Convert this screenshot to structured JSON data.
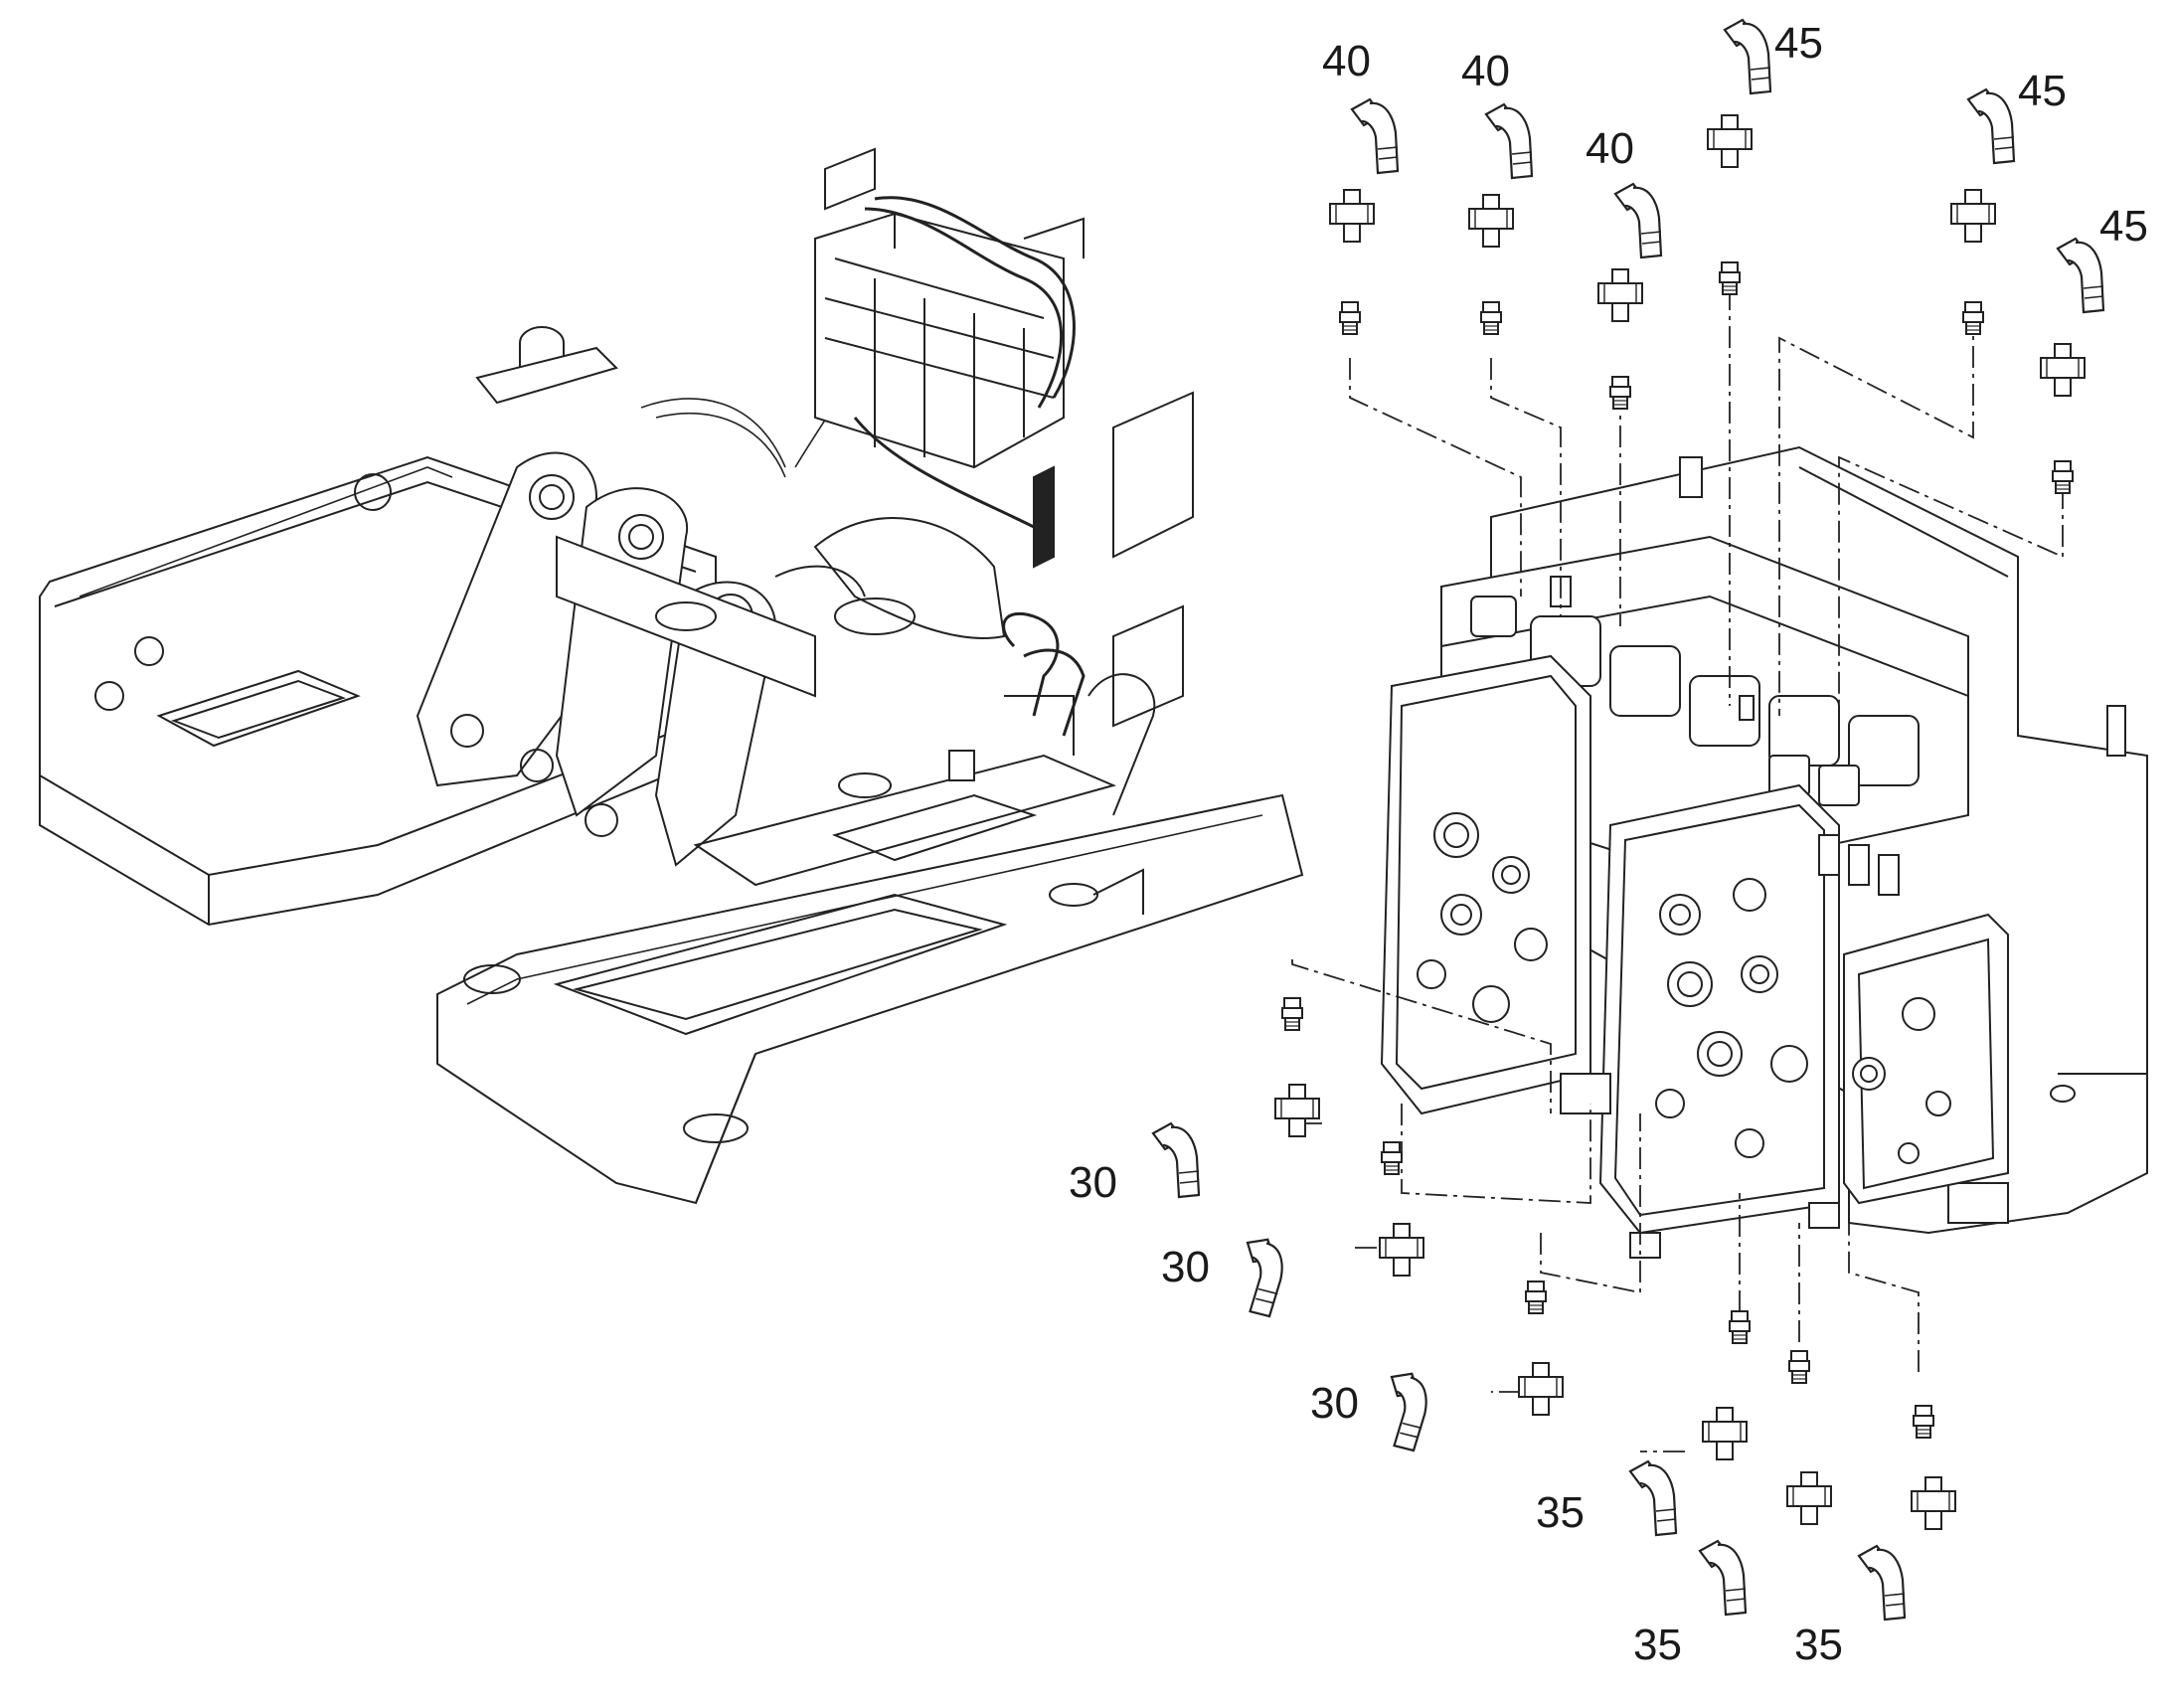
{
  "diagram": {
    "callouts": [
      {
        "id": "c40a",
        "label": "40"
      },
      {
        "id": "c40b",
        "label": "40"
      },
      {
        "id": "c40c",
        "label": "40"
      },
      {
        "id": "c45a",
        "label": "45"
      },
      {
        "id": "c45b",
        "label": "45"
      },
      {
        "id": "c45c",
        "label": "45"
      },
      {
        "id": "c30a",
        "label": "30"
      },
      {
        "id": "c30b",
        "label": "30"
      },
      {
        "id": "c30c",
        "label": "30"
      },
      {
        "id": "c35a",
        "label": "35"
      },
      {
        "id": "c35b",
        "label": "35"
      },
      {
        "id": "c35c",
        "label": "35"
      }
    ]
  }
}
